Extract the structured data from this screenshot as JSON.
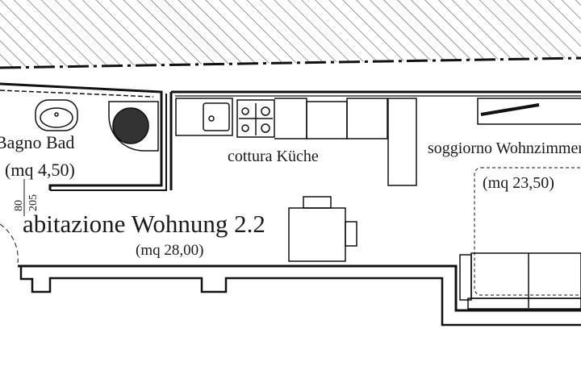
{
  "rooms": {
    "bathroom": {
      "label": "Bagno Bad",
      "area": "(mq 4,50)"
    },
    "kitchen": {
      "label": "cottura Küche"
    },
    "apartment": {
      "label": "abitazione Wohnung 2.2",
      "area": "(mq 28,00)"
    },
    "living": {
      "label": "soggiorno Wohnzimmer",
      "area": "(mq 23,50)"
    }
  },
  "door_dimensions": {
    "width": "80",
    "height": "205"
  },
  "colors": {
    "line": "#111111",
    "background": "#ffffff",
    "hatch": "#555555"
  }
}
